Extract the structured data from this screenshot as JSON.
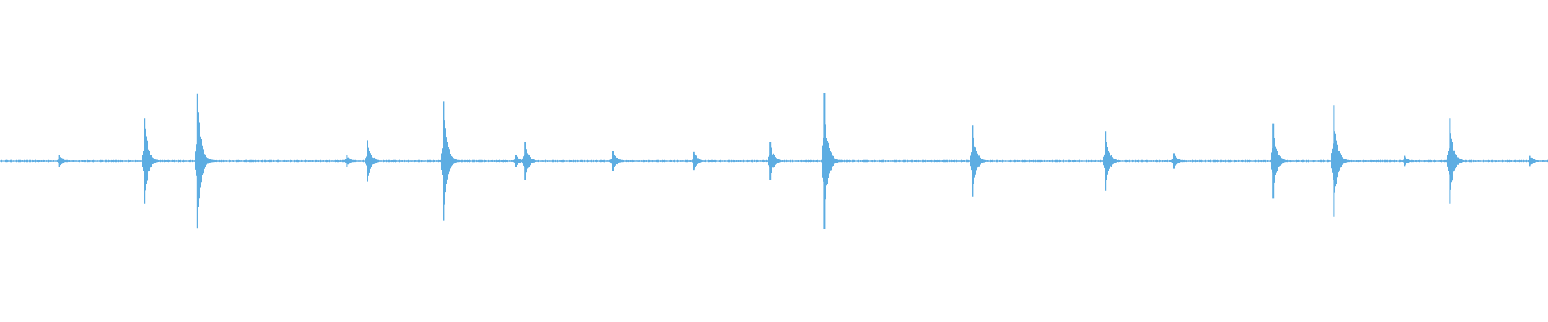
{
  "waveform": {
    "color": "#5dade2",
    "background": "#ffffff",
    "duration_s": 60,
    "amplitude_range": [
      -1,
      1
    ],
    "baseline_noise": 0.006,
    "peaks": [
      {
        "t": 2.3,
        "amp": 0.05
      },
      {
        "t": 5.6,
        "amp": 0.33
      },
      {
        "t": 7.65,
        "amp": 0.52
      },
      {
        "t": 13.45,
        "amp": 0.05
      },
      {
        "t": 14.25,
        "amp": 0.16
      },
      {
        "t": 17.2,
        "amp": 0.46
      },
      {
        "t": 20.0,
        "amp": 0.05
      },
      {
        "t": 20.35,
        "amp": 0.15
      },
      {
        "t": 23.75,
        "amp": 0.08
      },
      {
        "t": 26.9,
        "amp": 0.07
      },
      {
        "t": 29.85,
        "amp": 0.15
      },
      {
        "t": 31.95,
        "amp": 0.53
      },
      {
        "t": 37.7,
        "amp": 0.28
      },
      {
        "t": 42.85,
        "amp": 0.23
      },
      {
        "t": 45.5,
        "amp": 0.06
      },
      {
        "t": 49.35,
        "amp": 0.29
      },
      {
        "t": 51.7,
        "amp": 0.43
      },
      {
        "t": 54.45,
        "amp": 0.04
      },
      {
        "t": 56.2,
        "amp": 0.33
      },
      {
        "t": 59.3,
        "amp": 0.04
      }
    ]
  }
}
